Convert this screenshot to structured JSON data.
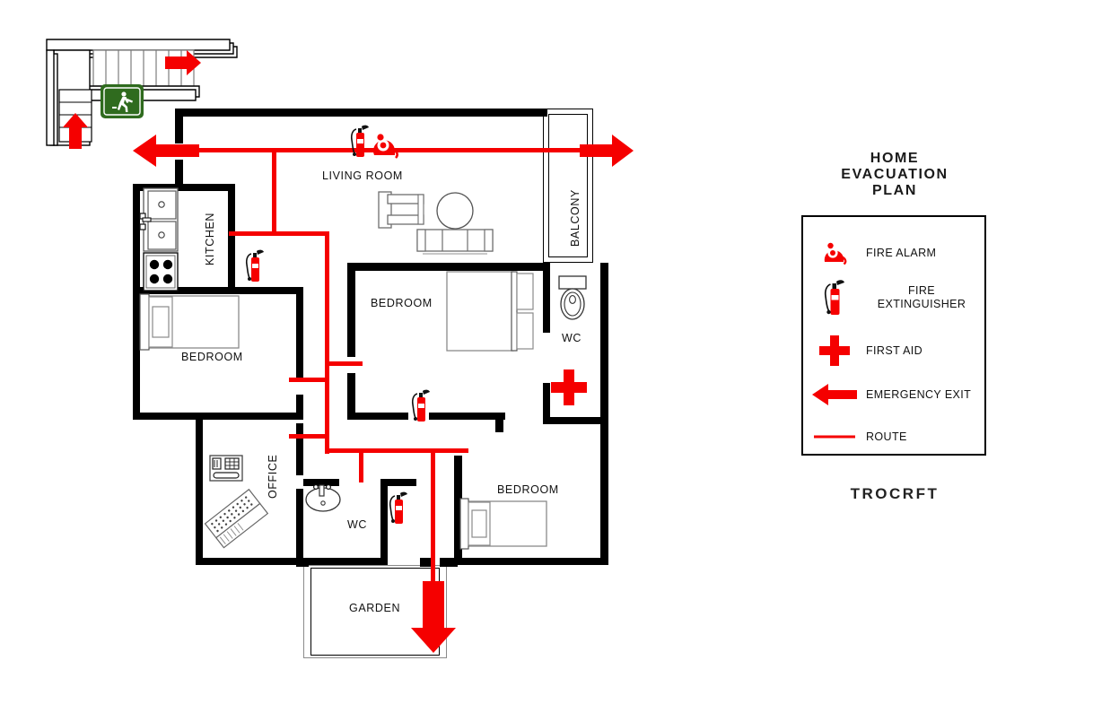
{
  "document": {
    "type": "home-evacuation-plan",
    "title_lines": [
      "HOME",
      "EVACUATION",
      "PLAN"
    ],
    "brand": "TROCRFT"
  },
  "colors": {
    "route_red": "#f50000",
    "wall_black": "#000000",
    "exit_green": "#2f6b1e",
    "furniture_gray": "#8a8a8a",
    "paper": "#ffffff"
  },
  "legend": {
    "items": [
      {
        "icon": "fire-alarm-icon",
        "label": "FIRE ALARM"
      },
      {
        "icon": "fire-extinguisher-icon",
        "label_line1": "FIRE",
        "label_line2": "EXTINGUISHER"
      },
      {
        "icon": "first-aid-icon",
        "label": "FIRST AID"
      },
      {
        "icon": "emergency-exit-arrow-icon",
        "label": "EMERGENCY EXIT"
      },
      {
        "icon": "route-line-icon",
        "label": "ROUTE"
      }
    ]
  },
  "rooms": [
    {
      "name": "LIVING ROOM",
      "label": "LIVING ROOM",
      "orientation": "horizontal"
    },
    {
      "name": "KITCHEN",
      "label": "KITCHEN",
      "orientation": "vertical"
    },
    {
      "name": "BALCONY",
      "label": "BALCONY",
      "orientation": "vertical"
    },
    {
      "name": "BEDROOM",
      "label": "BEDROOM",
      "orientation": "horizontal"
    },
    {
      "name": "BEDROOM",
      "label": "BEDROOM",
      "orientation": "horizontal"
    },
    {
      "name": "BEDROOM",
      "label": "BEDROOM",
      "orientation": "horizontal"
    },
    {
      "name": "WC",
      "label": "WC",
      "orientation": "horizontal"
    },
    {
      "name": "WC",
      "label": "WC",
      "orientation": "horizontal"
    },
    {
      "name": "OFFICE",
      "label": "OFFICE",
      "orientation": "vertical"
    },
    {
      "name": "GARDEN",
      "label": "GARDEN",
      "orientation": "horizontal"
    }
  ],
  "room_labels": {
    "living_room": "LIVING ROOM",
    "kitchen": "KITCHEN",
    "balcony": "BALCONY",
    "bedroom_left": "BEDROOM",
    "bedroom_center": "BEDROOM",
    "bedroom_right": "BEDROOM",
    "wc_upper": "WC",
    "wc_lower": "WC",
    "office": "OFFICE",
    "garden": "GARDEN"
  },
  "markers": {
    "fire_extinguishers": 4,
    "fire_alarms": 1,
    "first_aid": 1,
    "emergency_exit_arrows": 4,
    "exit_signs": 1
  }
}
